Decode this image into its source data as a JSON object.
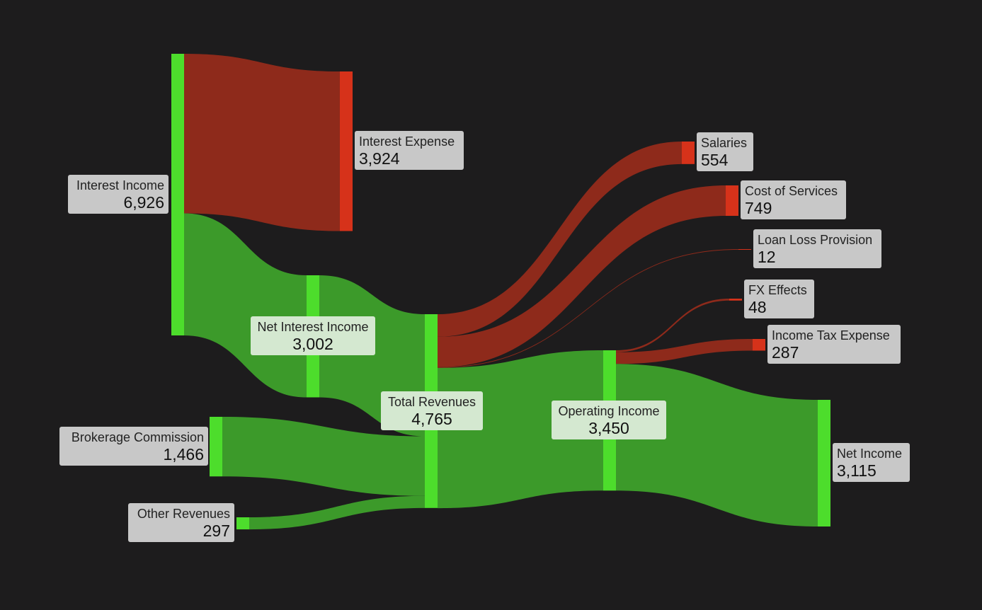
{
  "colors": {
    "background": "#1d1c1d",
    "green_node": "#4ddd2c",
    "green_link": "#3c9a2a",
    "red_node": "#d6321a",
    "red_link": "#8e2a1b",
    "label_bg": "#c8c8c8",
    "label_bg_mid": "#d4e8d0"
  },
  "nodes": [
    {
      "id": "interest_income",
      "name": "Interest Income",
      "value": "6,926",
      "kind": "green"
    },
    {
      "id": "interest_expense",
      "name": "Interest Expense",
      "value": "3,924",
      "kind": "red"
    },
    {
      "id": "net_interest_income",
      "name": "Net Interest Income",
      "value": "3,002",
      "kind": "green"
    },
    {
      "id": "brokerage_commission",
      "name": "Brokerage Commission",
      "value": "1,466",
      "kind": "green"
    },
    {
      "id": "other_revenues",
      "name": "Other Revenues",
      "value": "297",
      "kind": "green"
    },
    {
      "id": "total_revenues",
      "name": "Total Revenues",
      "value": "4,765",
      "kind": "green"
    },
    {
      "id": "salaries",
      "name": "Salaries",
      "value": "554",
      "kind": "red"
    },
    {
      "id": "cost_of_services",
      "name": "Cost of Services",
      "value": "749",
      "kind": "red"
    },
    {
      "id": "loan_loss_provision",
      "name": "Loan Loss Provision",
      "value": "12",
      "kind": "red"
    },
    {
      "id": "operating_income",
      "name": "Operating Income",
      "value": "3,450",
      "kind": "green"
    },
    {
      "id": "fx_effects",
      "name": "FX Effects",
      "value": "48",
      "kind": "red"
    },
    {
      "id": "income_tax_expense",
      "name": "Income Tax Expense",
      "value": "287",
      "kind": "red"
    },
    {
      "id": "net_income",
      "name": "Net Income",
      "value": "3,115",
      "kind": "green"
    }
  ],
  "links": [
    {
      "source": "interest_income",
      "target": "interest_expense",
      "value": 3924,
      "kind": "red"
    },
    {
      "source": "interest_income",
      "target": "net_interest_income",
      "value": 3002,
      "kind": "green"
    },
    {
      "source": "net_interest_income",
      "target": "total_revenues",
      "value": 3002,
      "kind": "green"
    },
    {
      "source": "brokerage_commission",
      "target": "total_revenues",
      "value": 1466,
      "kind": "green"
    },
    {
      "source": "other_revenues",
      "target": "total_revenues",
      "value": 297,
      "kind": "green"
    },
    {
      "source": "total_revenues",
      "target": "salaries",
      "value": 554,
      "kind": "red"
    },
    {
      "source": "total_revenues",
      "target": "cost_of_services",
      "value": 749,
      "kind": "red"
    },
    {
      "source": "total_revenues",
      "target": "loan_loss_provision",
      "value": 12,
      "kind": "red"
    },
    {
      "source": "total_revenues",
      "target": "operating_income",
      "value": 3450,
      "kind": "green"
    },
    {
      "source": "operating_income",
      "target": "fx_effects",
      "value": 48,
      "kind": "red"
    },
    {
      "source": "operating_income",
      "target": "income_tax_expense",
      "value": 287,
      "kind": "red"
    },
    {
      "source": "operating_income",
      "target": "net_income",
      "value": 3115,
      "kind": "green"
    }
  ]
}
